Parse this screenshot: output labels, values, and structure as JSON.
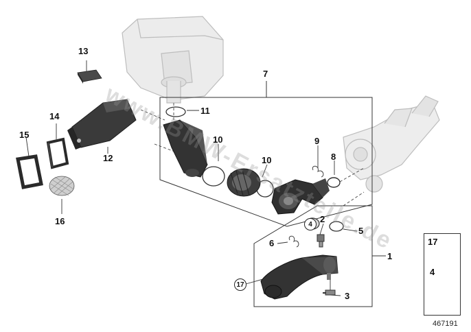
{
  "callouts": {
    "c1": "1",
    "c2": "2",
    "c3": "3",
    "c4": "4",
    "c5": "5",
    "c6": "6",
    "c7": "7",
    "c8": "8",
    "c9": "9",
    "c10a": "10",
    "c10b": "10",
    "c11": "11",
    "c12": "12",
    "c13": "13",
    "c14": "14",
    "c15": "15",
    "c16": "16",
    "c17": "17"
  },
  "legend": {
    "item_top": "17",
    "item_bottom": "4"
  },
  "diagram_id": "467191",
  "watermark": "www.BMW-Ersatzteile.de",
  "colors": {
    "ghost_part": "#e6e6e6",
    "ghost_stroke": "#b5b5b5",
    "dark_part": "#2f2f2f",
    "line": "#333333"
  }
}
